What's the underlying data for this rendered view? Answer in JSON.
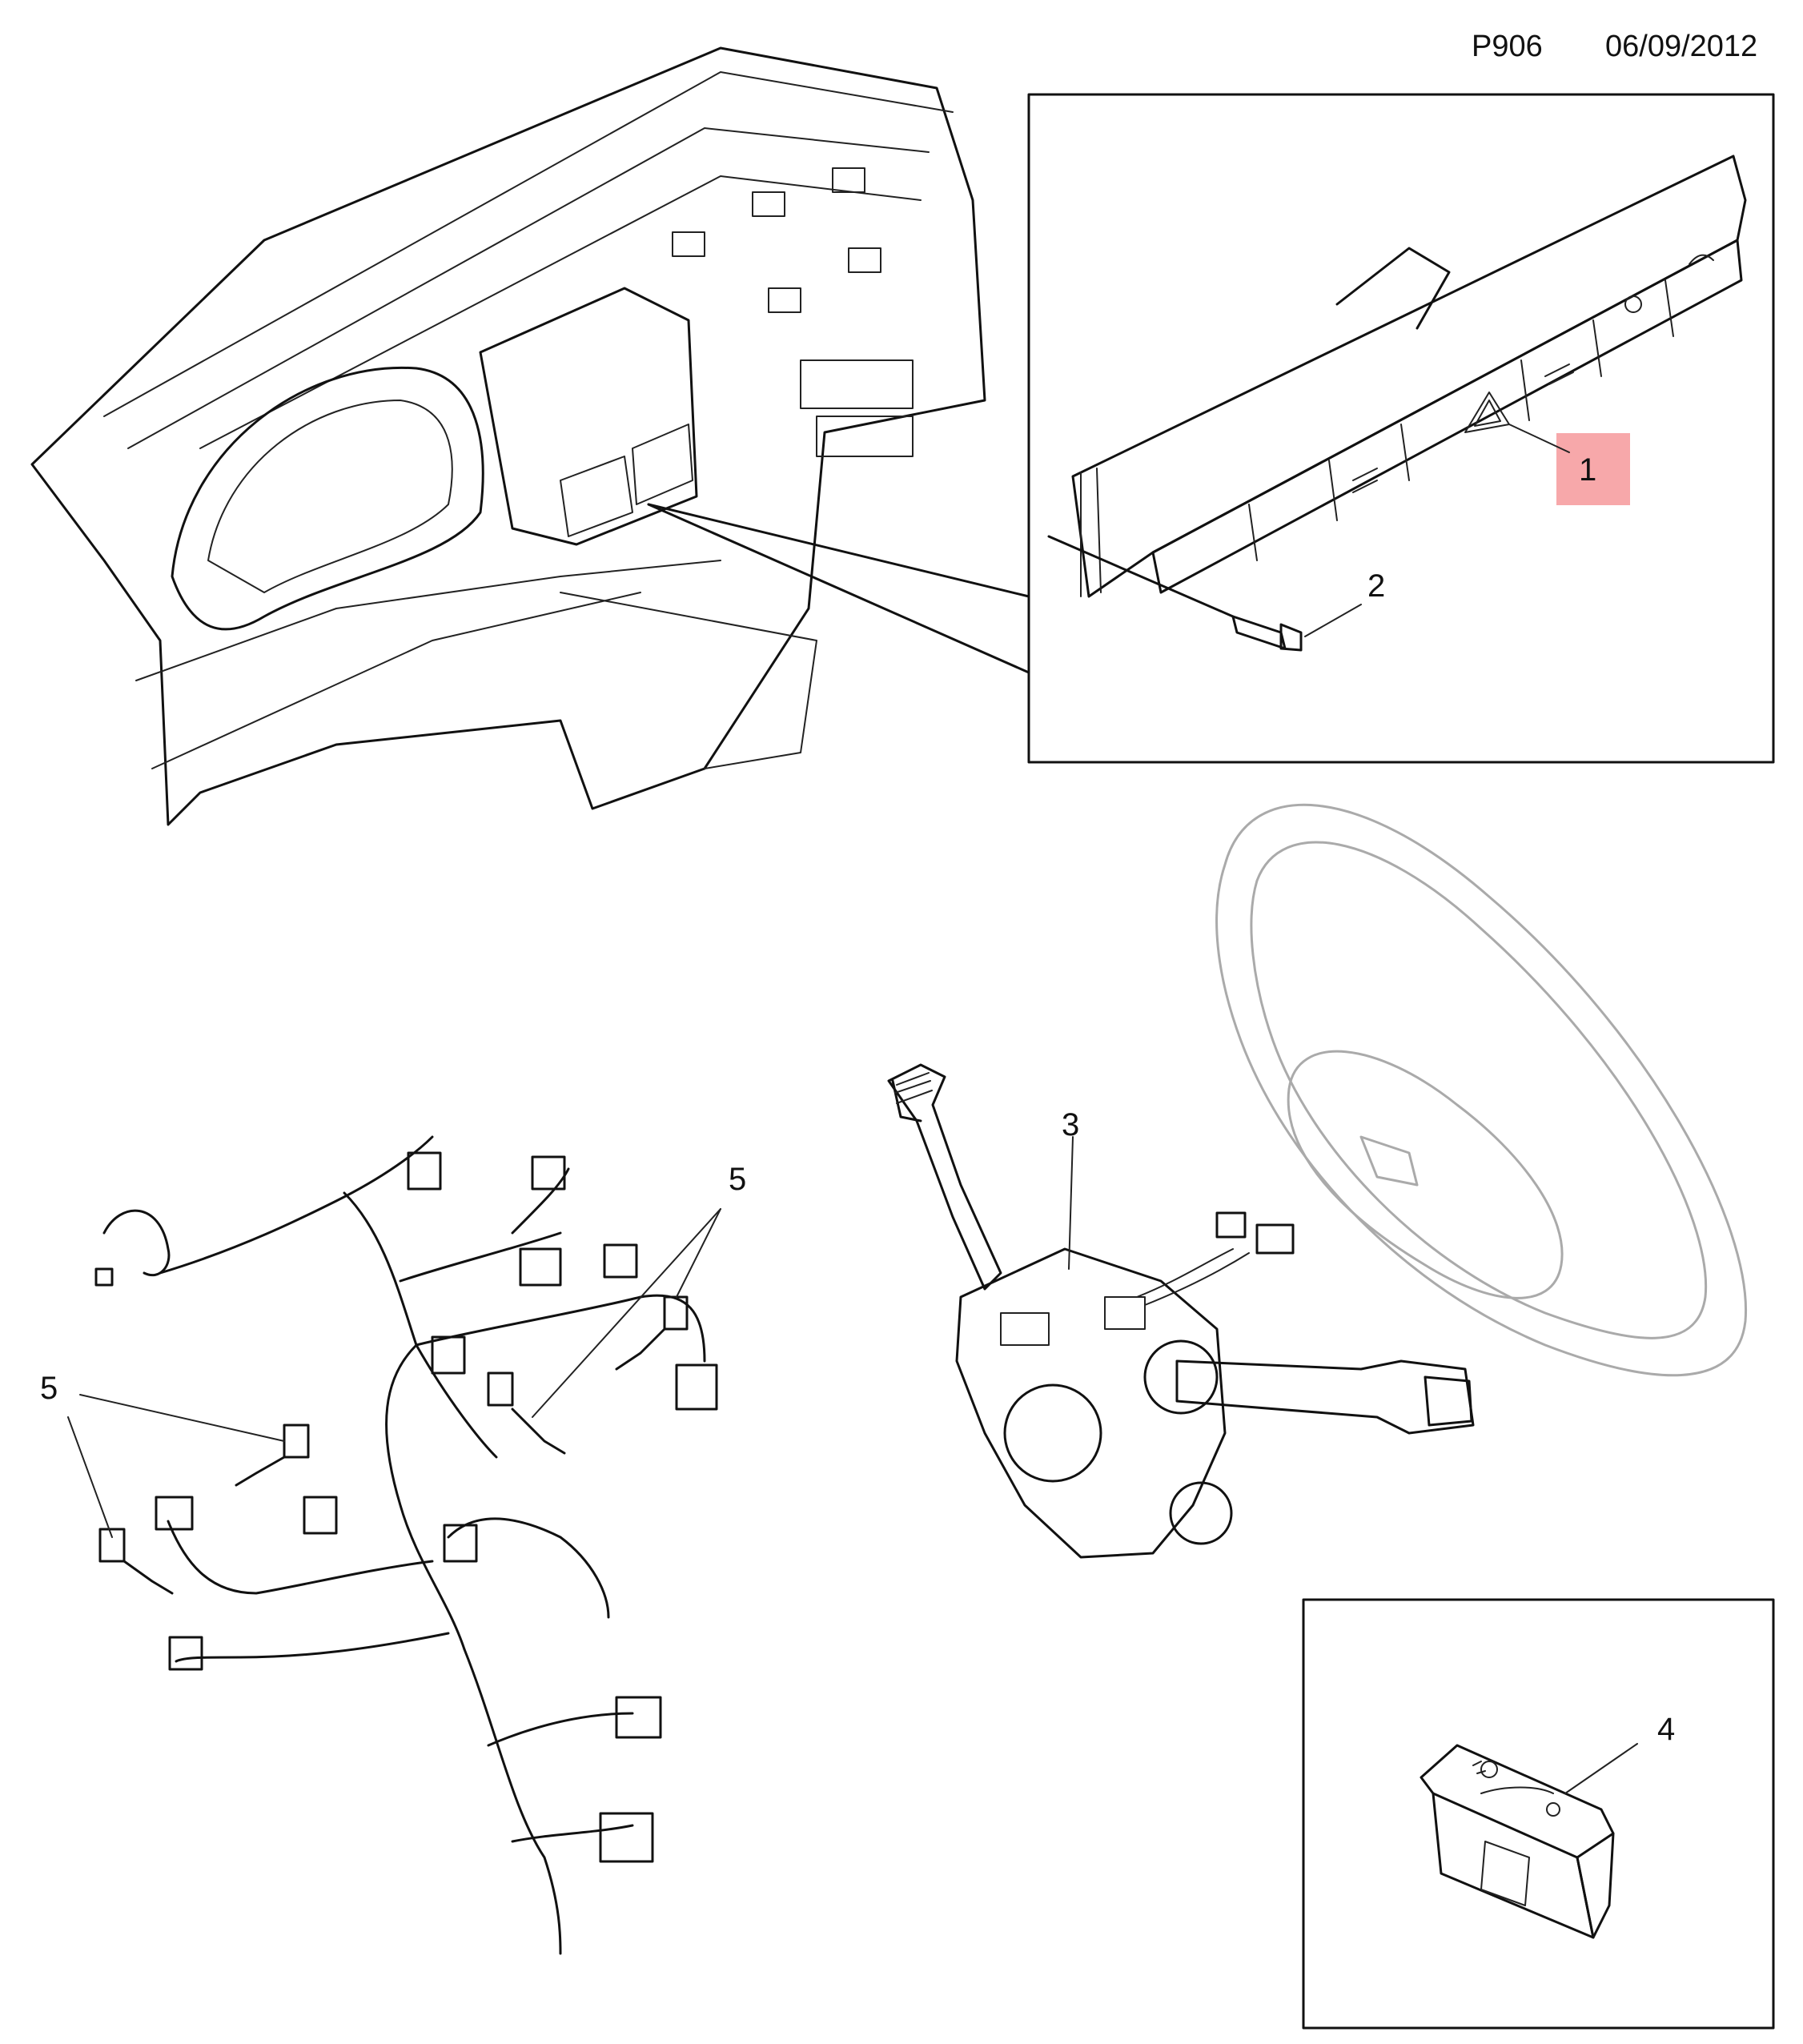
{
  "header": {
    "plate_code": "P906",
    "date": "06/09/2012"
  },
  "callouts": {
    "c1": "1",
    "c2": "2",
    "c3": "3",
    "c4": "4",
    "c5a": "5",
    "c5b": "5"
  },
  "colors": {
    "highlight": "#f7a8aa",
    "line": "#111111",
    "steering_wheel": "#aaaaaa"
  }
}
